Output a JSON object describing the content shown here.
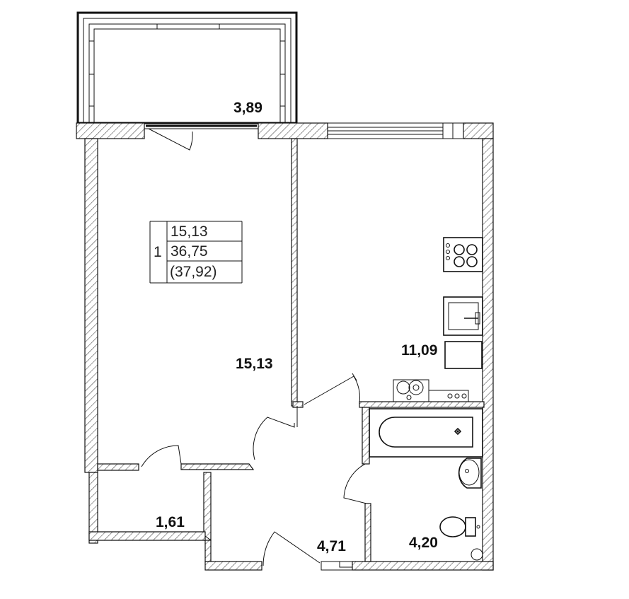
{
  "rooms": [
    {
      "id": "balcony",
      "area": "3,89"
    },
    {
      "id": "living_room",
      "area": "15,13"
    },
    {
      "id": "kitchen",
      "area": "11,09"
    },
    {
      "id": "storage",
      "area": "1,61"
    },
    {
      "id": "hall",
      "area": "4,71"
    },
    {
      "id": "bathroom",
      "area": "4,20"
    }
  ],
  "summary": {
    "rooms_count": "1",
    "living_area": "15,13",
    "total_area": "36,75",
    "total_with_balcony": "(37,92)"
  },
  "fixtures": [
    "stove-icon",
    "sink-icon",
    "bathtub-icon",
    "washbasin-icon",
    "toilet-icon",
    "washing-machine-icon"
  ]
}
